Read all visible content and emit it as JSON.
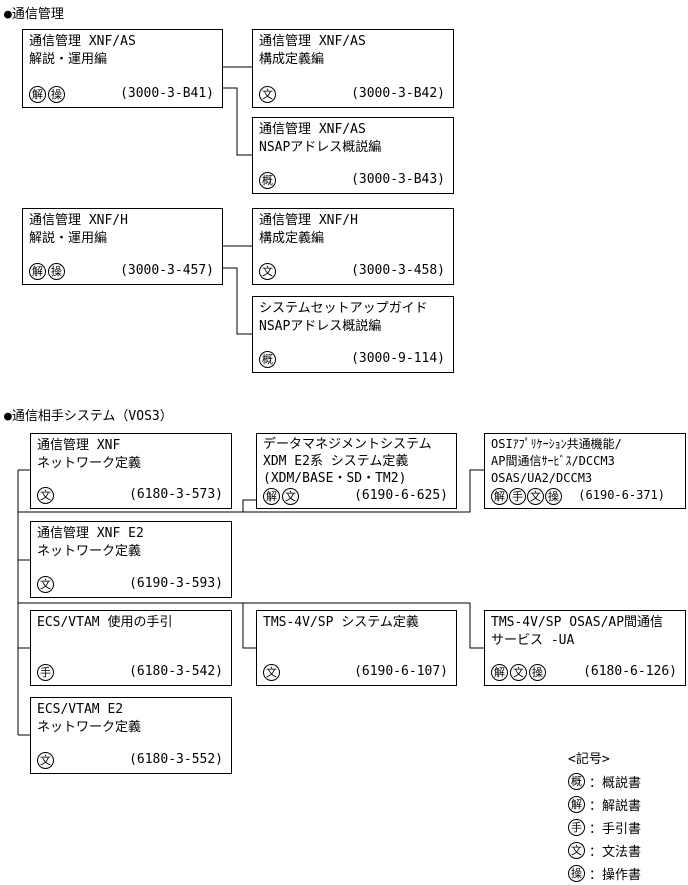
{
  "sections": {
    "s1_title": "●通信管理",
    "s2_title": "●通信相手システム（VOS3）"
  },
  "boxes": {
    "b1": {
      "line1": "通信管理 XNF/AS",
      "line2": "解説・運用編",
      "code": "(3000-3-B41)"
    },
    "b2": {
      "line1": "通信管理 XNF/AS",
      "line2": "構成定義編",
      "code": "(3000-3-B42)"
    },
    "b3": {
      "line1": "通信管理 XNF/AS",
      "line2": "NSAPアドレス概説編",
      "code": "(3000-3-B43)"
    },
    "b4": {
      "line1": "通信管理 XNF/H",
      "line2": "解説・運用編",
      "code": "(3000-3-457)"
    },
    "b5": {
      "line1": "通信管理 XNF/H",
      "line2": "構成定義編",
      "code": "(3000-3-458)"
    },
    "b6": {
      "line1": "システムセットアップガイド",
      "line2": "NSAPアドレス概説編",
      "code": "(3000-9-114)"
    },
    "b7": {
      "line1": "通信管理 XNF",
      "line2": "ネットワーク定義",
      "code": "(6180-3-573)"
    },
    "b8": {
      "line1": "データマネジメントシステム",
      "line2": "XDM E2系 システム定義",
      "line3": "(XDM/BASE・SD・TM2)",
      "code": "(6190-6-625)"
    },
    "b9": {
      "line1": "OSIｱﾌﾟﾘｹｰｼｮﾝ共通機能/",
      "line2": "AP間通信ｻｰﾋﾞｽ/DCCM3",
      "line3": "OSAS/UA2/DCCM3",
      "code": "(6190-6-371)"
    },
    "b10": {
      "line1": "通信管理 XNF E2",
      "line2": "ネットワーク定義",
      "code": "(6190-3-593)"
    },
    "b11": {
      "line1": "ECS/VTAM 使用の手引",
      "code": "(6180-3-542)"
    },
    "b12": {
      "line1": "TMS-4V/SP システム定義",
      "code": "(6190-6-107)"
    },
    "b13": {
      "line1": "TMS-4V/SP OSAS/AP間通信",
      "line2": "サービス -UA",
      "code": "(6180-6-126)"
    },
    "b14": {
      "line1": "ECS/VTAM E2",
      "line2": "ネットワーク定義",
      "code": "(6180-3-552)"
    }
  },
  "symbols": {
    "gai": "概",
    "kai": "解",
    "te": "手",
    "bun": "文",
    "sou": "操"
  },
  "legend": {
    "title": "<記号>",
    "items": [
      {
        "sym": "概",
        "text": "：概説書"
      },
      {
        "sym": "解",
        "text": "：解説書"
      },
      {
        "sym": "手",
        "text": "：手引書"
      },
      {
        "sym": "文",
        "text": "：文法書"
      },
      {
        "sym": "操",
        "text": "：操作書"
      }
    ]
  }
}
